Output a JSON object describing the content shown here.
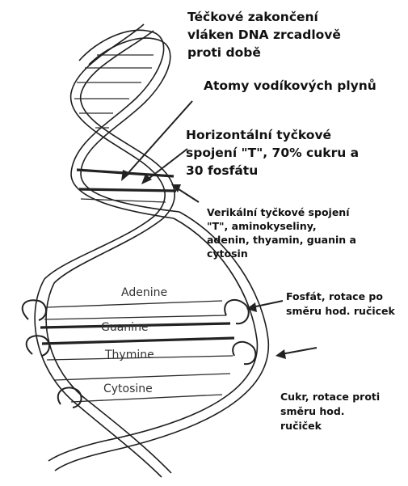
{
  "labels": {
    "strand_ends": "Téčkové zakončení\nvláken DNA zrcadlově\nproti době",
    "hydrogen_atoms": "Atomy vodíkových plynů",
    "horizontal_t": "Horizontální tyčkové\nspojení \"T\", 70% cukru a\n30 fosfátu",
    "vertical_t": "Verikální tyčkové spojení\n\"T\", aminokyseliny,\nadenin, thyamin, guanin a\ncytosin",
    "phosphate": "Fosfát, rotace po\nsměru hod. ručicek",
    "sugar": "Cukr, rotace proti\nsměru hod.\nručiček"
  },
  "bases": {
    "adenine": "Adenine",
    "guanine": "Guanine",
    "thymine": "Thymine",
    "cytosine": "Cytosine"
  },
  "colors": {
    "ink": "#1e1e1e",
    "background": "#ffffff"
  }
}
